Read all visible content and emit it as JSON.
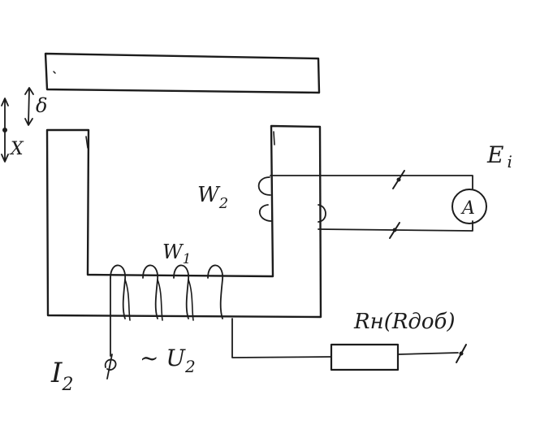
{
  "labels": {
    "delta": "δ",
    "x": "X",
    "w2": "W",
    "w2_sub": "2",
    "w1": "W",
    "w1_sub": "1",
    "ei": "E",
    "ei_sub": "i",
    "ammeter": "A",
    "i2": "I",
    "i2_sub": "2",
    "u2": "~ U",
    "u2_sub": "2",
    "load": "Rн(Rдоб)"
  },
  "colors": {
    "ink": "#1c1c1c",
    "paper": "#ffffff"
  }
}
